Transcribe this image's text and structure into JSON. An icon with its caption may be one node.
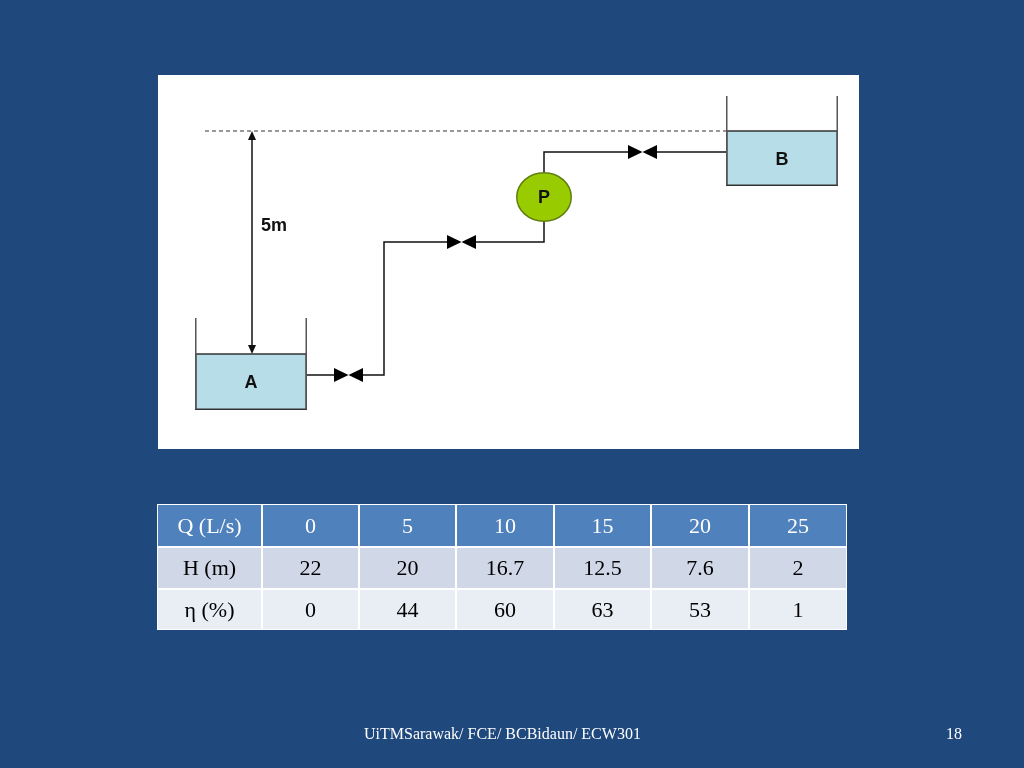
{
  "diagram": {
    "nodes": [
      {
        "text": [
          "A"
        ]
      },
      {
        "text": [],
        "shape": "valve"
      },
      {
        "text": [],
        "shape": "valve"
      },
      {
        "text": [
          "P"
        ]
      },
      {
        "text": [],
        "shape": "valve"
      },
      {
        "text": [
          "B"
        ]
      }
    ],
    "edges": [
      {
        "from": 0,
        "to": 1,
        "arrow": "none"
      },
      {
        "from": 1,
        "to": 2,
        "arrow": "none"
      },
      {
        "from": 2,
        "to": 3,
        "arrow": "none"
      },
      {
        "from": 3,
        "to": 4,
        "arrow": "none"
      },
      {
        "from": 4,
        "to": 5,
        "arrow": "none"
      }
    ],
    "labels": [
      "5m",
      "Q (L/s)",
      "0",
      "5",
      "10",
      "15",
      "20",
      "25",
      "H (m)",
      "22",
      "20",
      "16.7",
      "12.5",
      "7.6",
      "2",
      "η (%)",
      "0",
      "44",
      "60",
      "63",
      "53",
      "1",
      "UiTMSarawak/ FCE/ BCBidaun/ ECW301",
      "18"
    ]
  }
}
